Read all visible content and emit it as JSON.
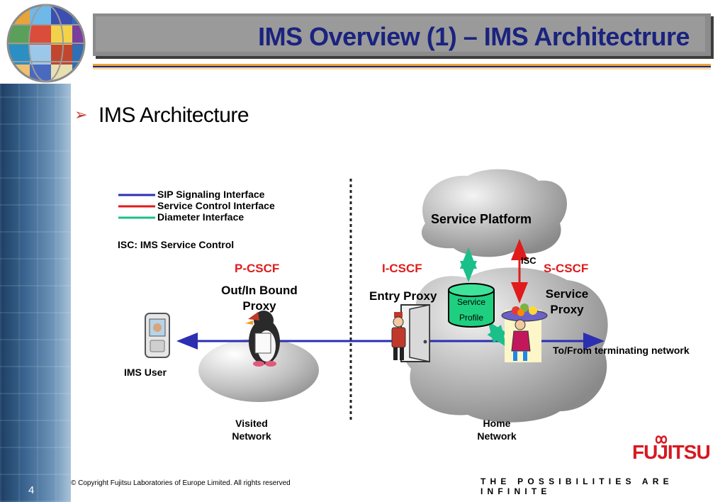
{
  "title": "IMS Overview (1) – IMS Architectrure",
  "bullet": "IMS Architecture",
  "legend": {
    "sip": "SIP Signaling Interface",
    "service_control": "Service Control Interface",
    "diameter": "Diameter Interface",
    "isc_note": "ISC: IMS Service Control"
  },
  "nodes": {
    "pcscf": "P-CSCF",
    "pcscf_role_1": "Out/In Bound",
    "pcscf_role_2": "Proxy",
    "icscf": "I-CSCF",
    "icscf_role": "Entry Proxy",
    "scscf": "S-CSCF",
    "scscf_role_1": "Service",
    "scscf_role_2": "Proxy",
    "service_platform": "Service Platform",
    "isc": "ISC",
    "service_profile_1": "Service",
    "service_profile_2": "Profile",
    "ims_user": "IMS User",
    "terminating": "To/From terminating network",
    "visited_1": "Visited",
    "visited_2": "Network",
    "home_1": "Home",
    "home_2": "Network"
  },
  "colors": {
    "sip": "#2c2fb0",
    "service_control": "#e01b1b",
    "diameter": "#1bbf8a",
    "title_text": "#1a237e"
  },
  "footer": {
    "copyright": "© Copyright Fujitsu Laboratories of  Europe Limited. All rights reserved",
    "page": "4",
    "tagline": "THE POSSIBILITIES ARE INFINITE",
    "brand": "FUJITSU"
  }
}
